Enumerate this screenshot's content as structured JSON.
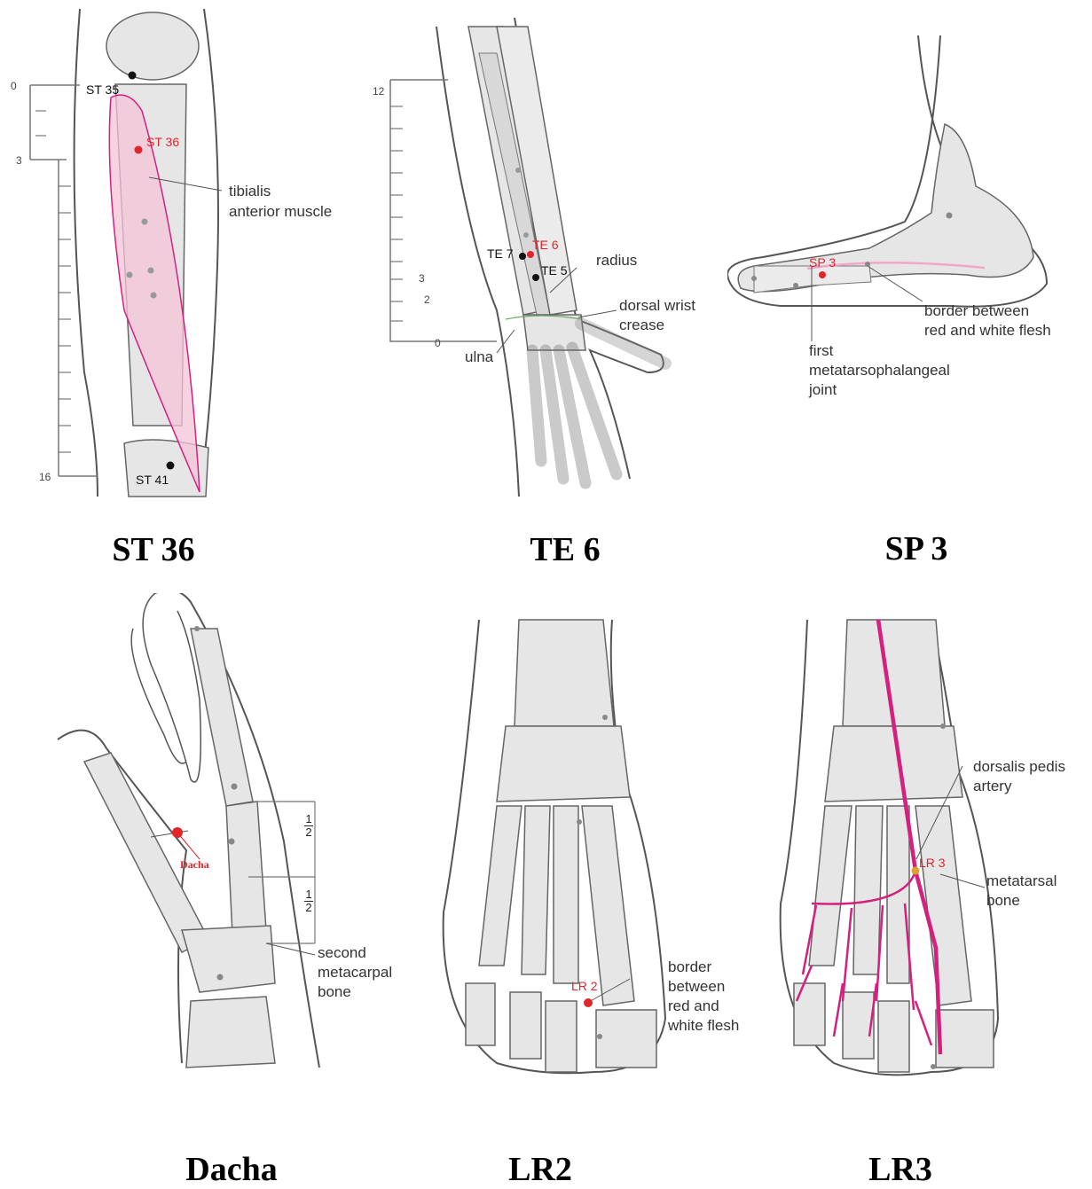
{
  "panels": [
    {
      "caption": "ST 36",
      "points": {
        "st35": "ST 35",
        "st36": "ST 36",
        "st41": "ST 41"
      },
      "labels": {
        "tibialis_1": "tibialis",
        "tibialis_2": "anterior muscle"
      },
      "scale": [
        "0",
        "3",
        "16"
      ]
    },
    {
      "caption": "TE 6",
      "points": {
        "te7": "TE 7",
        "te6": "TE 6",
        "te5": "TE 5"
      },
      "labels": {
        "radius": "radius",
        "wrist_1": "dorsal wrist",
        "wrist_2": "crease",
        "ulna": "ulna"
      },
      "scale": [
        "12",
        "3",
        "2",
        "0"
      ]
    },
    {
      "caption": "SP 3",
      "points": {
        "sp3": "SP 3"
      },
      "labels": {
        "border_1": "border between",
        "border_2": "red and white flesh",
        "joint_1": "first",
        "joint_2": "metatarsophalangeal",
        "joint_3": "joint"
      }
    },
    {
      "caption": "Dacha",
      "points": {
        "dacha": "Dacha"
      },
      "labels": {
        "bone_1": "second",
        "bone_2": "metacarpal",
        "bone_3": "bone"
      },
      "fraction": {
        "num": "1",
        "den": "2"
      }
    },
    {
      "caption": "LR2",
      "points": {
        "lr2": "LR 2"
      },
      "labels": {
        "border_1": "border",
        "border_2": "between",
        "border_3": "red and",
        "border_4": "white flesh"
      }
    },
    {
      "caption": "LR3",
      "points": {
        "lr3": "LR 3"
      },
      "labels": {
        "artery_1": "dorsalis pedis",
        "artery_2": "artery",
        "meta_1": "metatarsal",
        "meta_2": "bone"
      }
    }
  ],
  "colors": {
    "point_red": "#e0262a",
    "artery_magenta": "#d4207f",
    "bone_fill": "#e6e6e6",
    "outline": "#555555"
  }
}
